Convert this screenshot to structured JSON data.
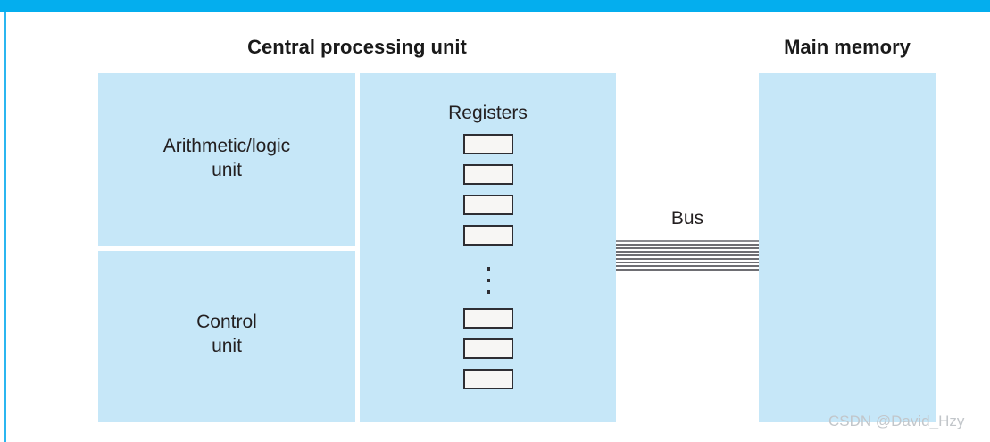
{
  "figure": {
    "title_cpu": "Central processing unit",
    "title_memory": "Main memory",
    "alu_label": "Arithmetic/logic\nunit",
    "control_label": "Control\nunit",
    "registers_label": "Registers",
    "bus_label": "Bus",
    "watermark": "CSDN @David_Hzy"
  },
  "registers": {
    "top_cells": [
      "",
      "",
      "",
      ""
    ],
    "bottom_cells": [
      "",
      "",
      ""
    ],
    "ellipsis_dots": 3
  },
  "bus": {
    "line_count": 9
  },
  "colors": {
    "panel_fill": "#c6e7f8",
    "accent_bar": "#04aeee",
    "accent_rule": "#2bb6f0",
    "register_fill": "#f7f6f4",
    "register_border": "#2e2e33",
    "bus_line": "#6e6e73",
    "text": "#231f20",
    "watermark": "#c2c6ca",
    "background": "#ffffff"
  }
}
